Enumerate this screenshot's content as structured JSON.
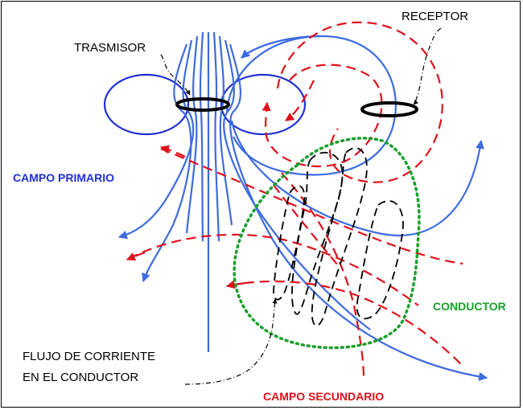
{
  "labels": {
    "receptor": "RECEPTOR",
    "trasmisor": "TRASMISOR",
    "campo_primario": "CAMPO PRIMARIO",
    "conductor": "CONDUCTOR",
    "flujo_line1": "FLUJO DE CORRIENTE",
    "flujo_line2": "EN EL CONDUCTOR",
    "campo_secundario": "CAMPO SECUNDARIO"
  },
  "colors": {
    "primary_field": "#3d6be0",
    "secondary_field": "#e0101a",
    "conductor": "#18a02c",
    "current": "#000000"
  }
}
